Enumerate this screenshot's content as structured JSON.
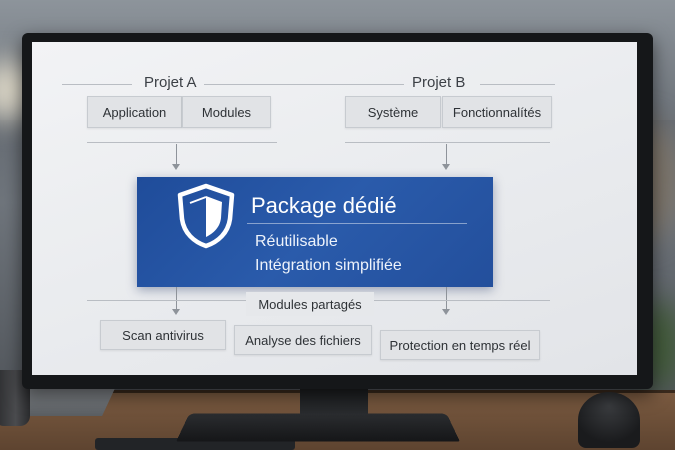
{
  "projects": {
    "a": {
      "title": "Projet A",
      "items": [
        "Application",
        "Modules"
      ]
    },
    "b": {
      "title": "Projet B",
      "items": [
        "Système",
        "Fonctionnalítés"
      ]
    }
  },
  "package": {
    "title": "Package dédié",
    "lines": [
      "Réutilisable",
      "Intégration simplifiée"
    ],
    "icon": "shield-icon",
    "color": "#2a5bab"
  },
  "shared": {
    "title": "Modules partagés",
    "items": [
      "Scan antivirus",
      "Analyse des fichiers",
      "Protection en temps réel"
    ]
  }
}
